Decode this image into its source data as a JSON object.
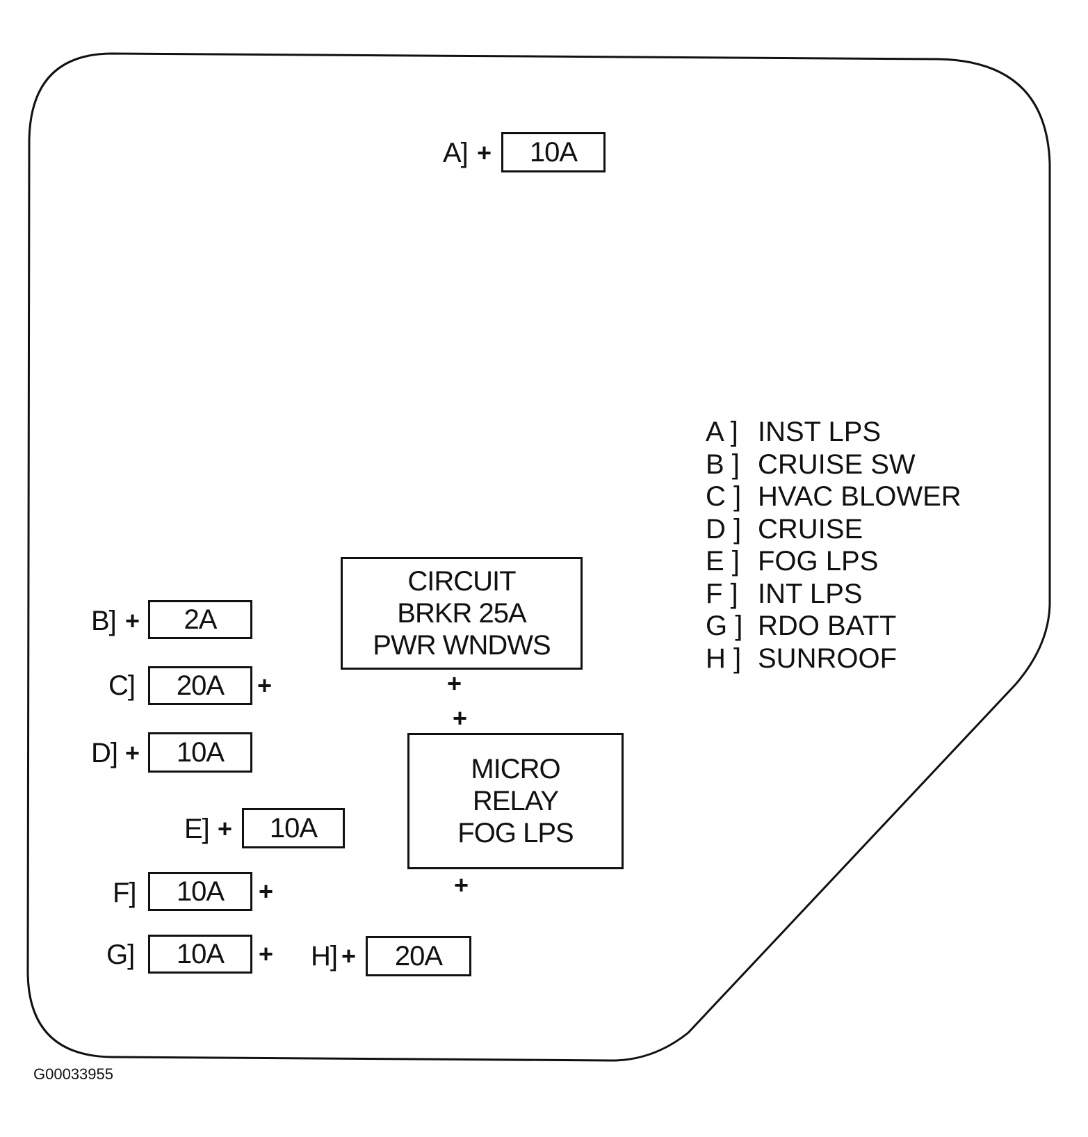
{
  "fuses": [
    {
      "letter": "A",
      "label": "A]",
      "rating": "10A"
    },
    {
      "letter": "B",
      "label": "B]",
      "rating": "2A"
    },
    {
      "letter": "C",
      "label": "C]",
      "rating": "20A"
    },
    {
      "letter": "D",
      "label": "D]",
      "rating": "10A"
    },
    {
      "letter": "E",
      "label": "E]",
      "rating": "10A"
    },
    {
      "letter": "F",
      "label": "F]",
      "rating": "10A"
    },
    {
      "letter": "G",
      "label": "G]",
      "rating": "10A"
    },
    {
      "letter": "H",
      "label": "H]",
      "rating": "20A"
    }
  ],
  "plus_symbol": "+",
  "circuit_breaker": {
    "lines": [
      "CIRCUIT",
      "BRKR 25A",
      "PWR WNDWS"
    ]
  },
  "micro_relay": {
    "lines": [
      "MICRO",
      "RELAY",
      "FOG LPS"
    ]
  },
  "legend": [
    {
      "key": "A ]",
      "description": "INST LPS"
    },
    {
      "key": "B ]",
      "description": "CRUISE SW"
    },
    {
      "key": "C ]",
      "description": "HVAC BLOWER"
    },
    {
      "key": "D ]",
      "description": "CRUISE"
    },
    {
      "key": "E ]",
      "description": "FOG LPS"
    },
    {
      "key": "F ]",
      "description": "INT LPS"
    },
    {
      "key": "G ]",
      "description": "RDO BATT"
    },
    {
      "key": "H ]",
      "description": "SUNROOF"
    }
  ],
  "figure_code": "G00033955"
}
